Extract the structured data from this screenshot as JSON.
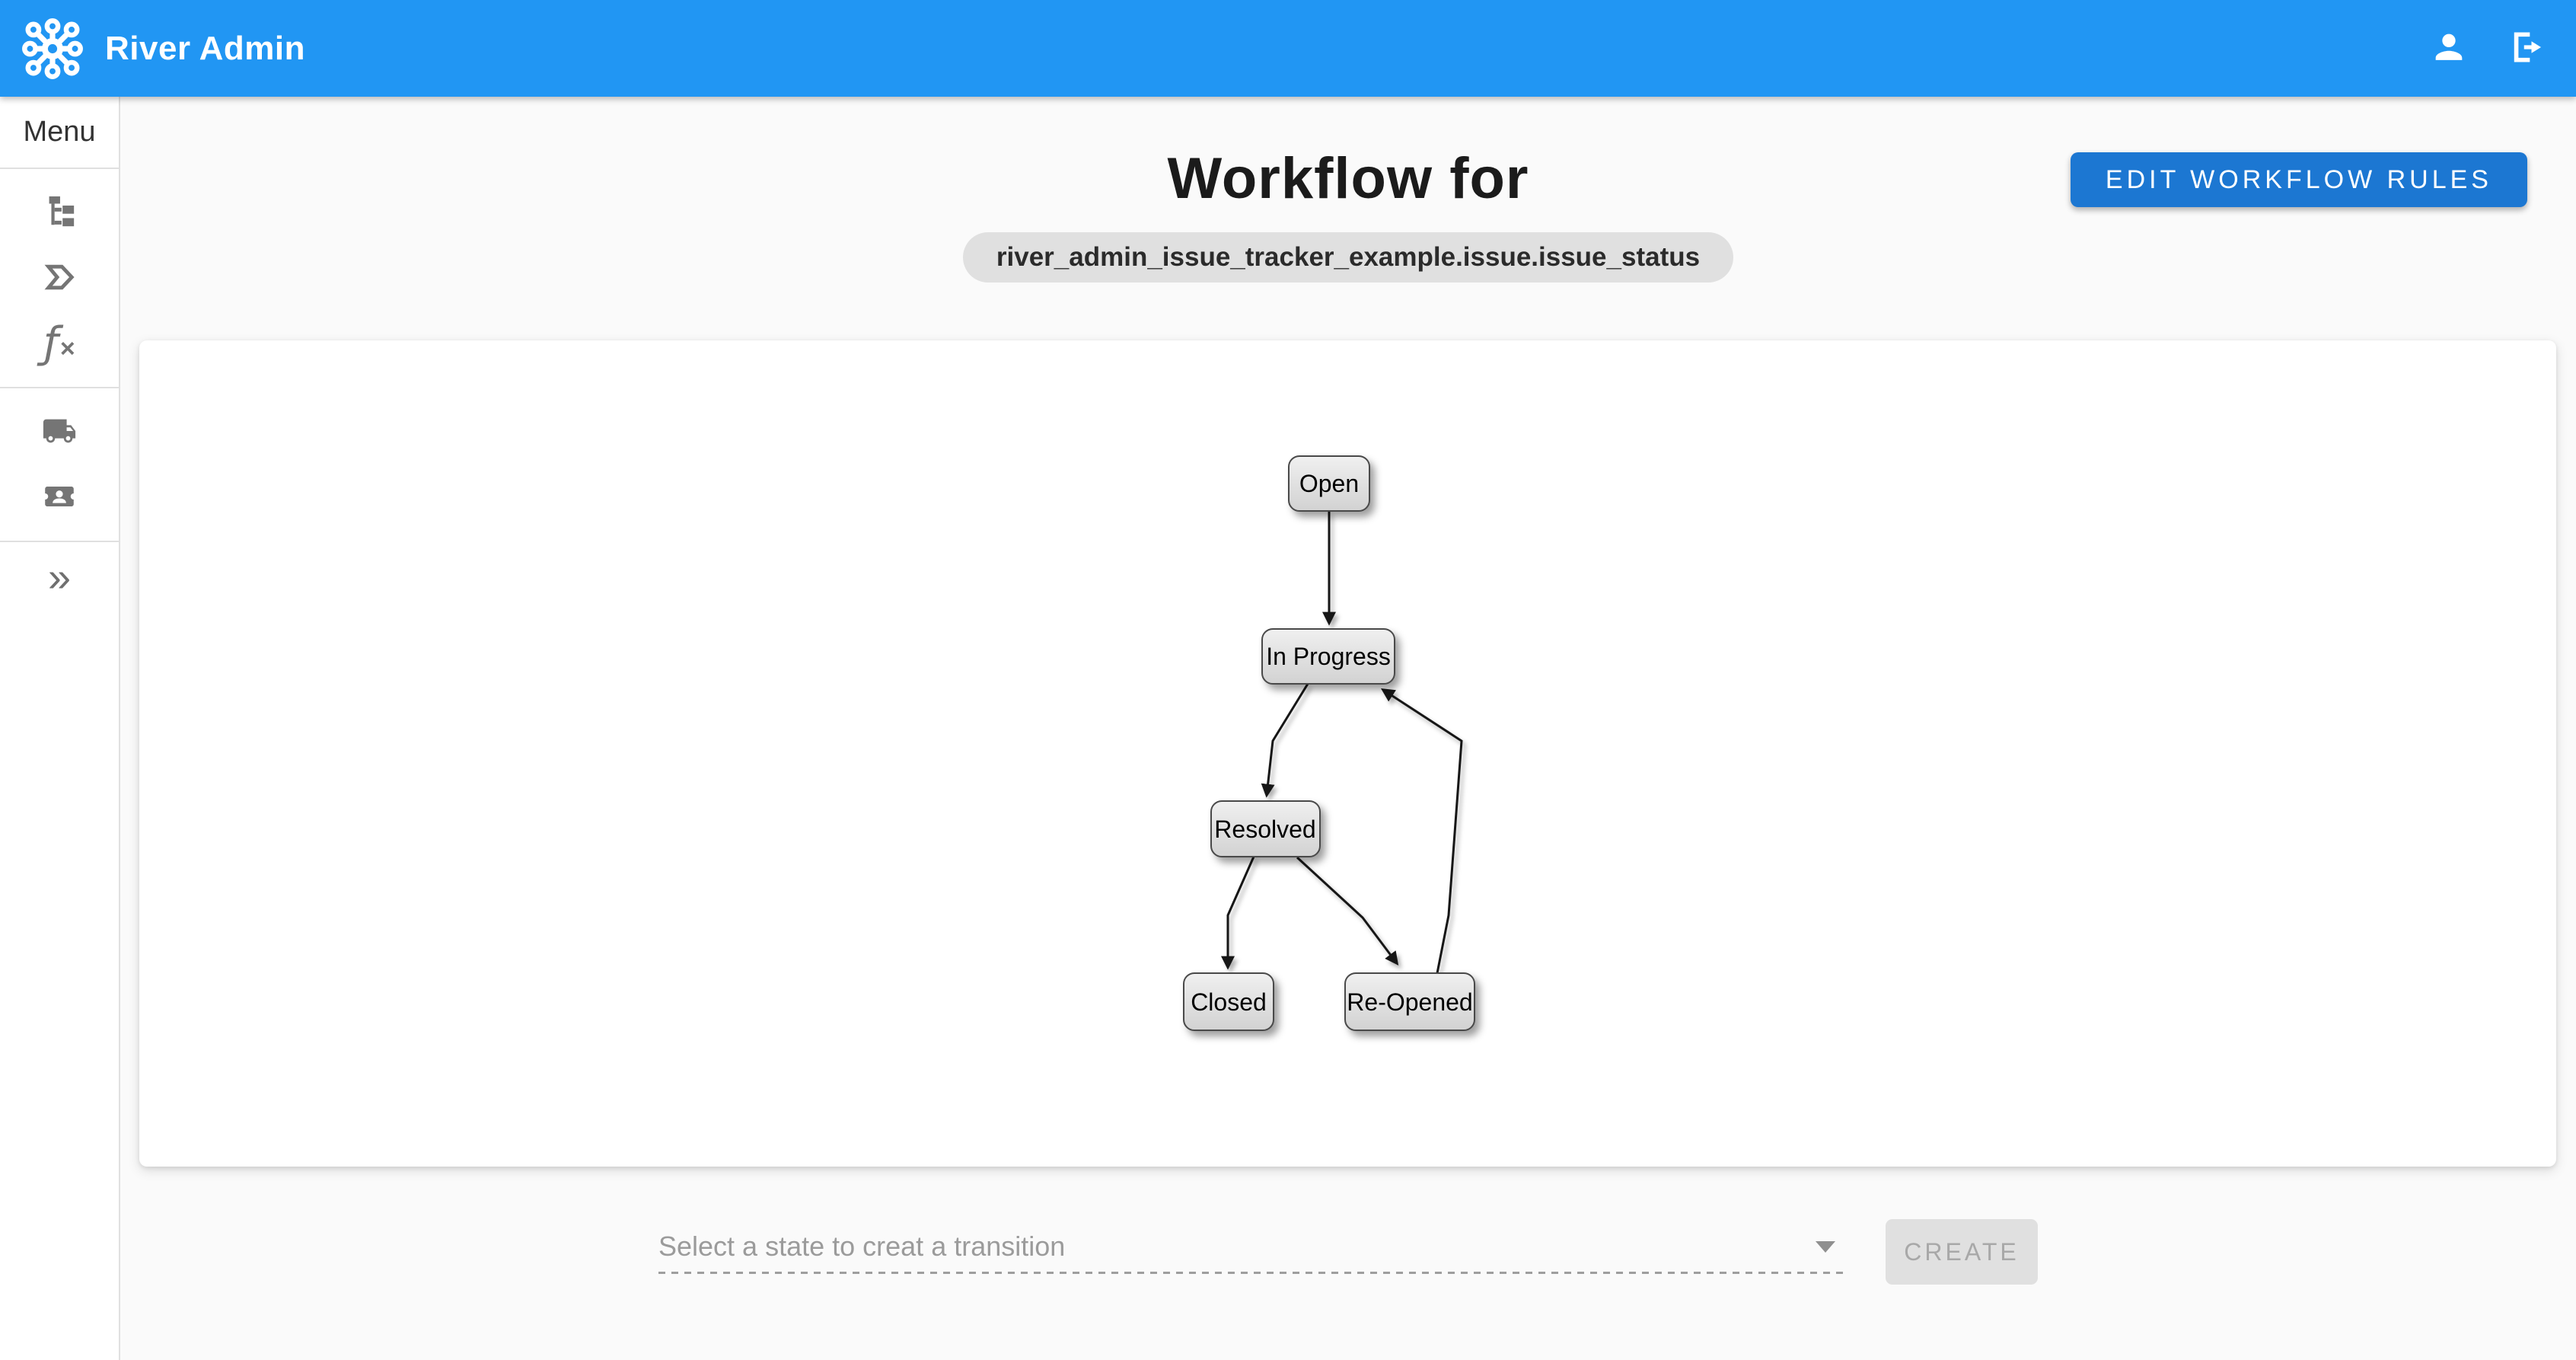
{
  "topbar": {
    "title": "River Admin",
    "logo_icon": "hub-network-icon",
    "account_icon": "person-icon",
    "logout_icon": "logout-icon",
    "color": "#2196f3"
  },
  "sidebar": {
    "menu_label": "Menu",
    "nav_groups": [
      {
        "items": [
          {
            "icon": "workflow-tree-icon"
          },
          {
            "icon": "transition-chevron-icon"
          },
          {
            "icon": "function-icon",
            "glyph_f": "ƒ",
            "glyph_x": "×"
          }
        ]
      },
      {
        "items": [
          {
            "icon": "shipping-truck-icon"
          },
          {
            "icon": "issue-ticket-icon"
          }
        ]
      }
    ],
    "expand_glyph": "»"
  },
  "page": {
    "title": "Workflow for",
    "workflow_field": "river_admin_issue_tracker_example.issue.issue_status",
    "edit_button": "EDIT WORKFLOW RULES"
  },
  "diagram": {
    "states": [
      "Open",
      "In Progress",
      "Resolved",
      "Closed",
      "Re-Opened"
    ],
    "transitions": [
      {
        "from": "Open",
        "to": "In Progress"
      },
      {
        "from": "In Progress",
        "to": "Resolved"
      },
      {
        "from": "Resolved",
        "to": "Closed"
      },
      {
        "from": "Resolved",
        "to": "Re-Opened"
      },
      {
        "from": "Re-Opened",
        "to": "In Progress"
      }
    ]
  },
  "transition_form": {
    "select_placeholder": "Select a state to creat a transition",
    "create_button": "CREATE"
  },
  "colors": {
    "topbar_blue": "#2196f3",
    "primary_button_blue": "#1c77d2",
    "page_background": "#fafafa",
    "chip_background": "#e0e0e0",
    "node_fill_top": "#f0f0f0",
    "node_fill_bottom": "#d2d2d2",
    "sidebar_icon_gray": "#757575"
  }
}
